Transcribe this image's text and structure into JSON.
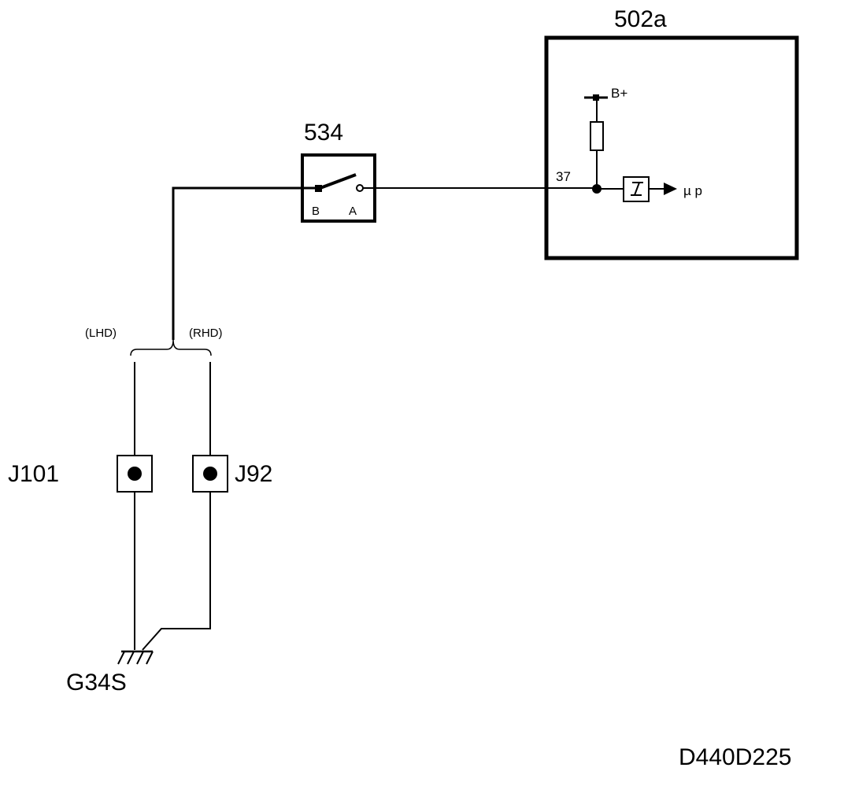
{
  "labels": {
    "module": "502a",
    "switch": "534",
    "switch_terminal_b": "B",
    "switch_terminal_a": "A",
    "pin": "37",
    "supply": "B+",
    "microprocessor": "µ p",
    "lhd": "(LHD)",
    "rhd": "(RHD)",
    "connector_left": "J101",
    "connector_right": "J92",
    "ground": "G34S",
    "drawing_id": "D440D225"
  },
  "colors": {
    "line": "#000000",
    "background": "#ffffff"
  }
}
